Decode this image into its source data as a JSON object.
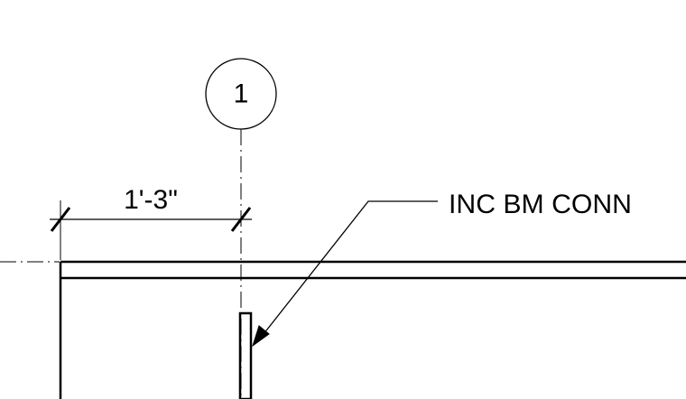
{
  "grid_marker": {
    "label": "1"
  },
  "dimension": {
    "text": "1'-3\""
  },
  "note": {
    "text": "INC BM CONN"
  },
  "colors": {
    "stroke": "#000000",
    "background": "#ffffff"
  }
}
